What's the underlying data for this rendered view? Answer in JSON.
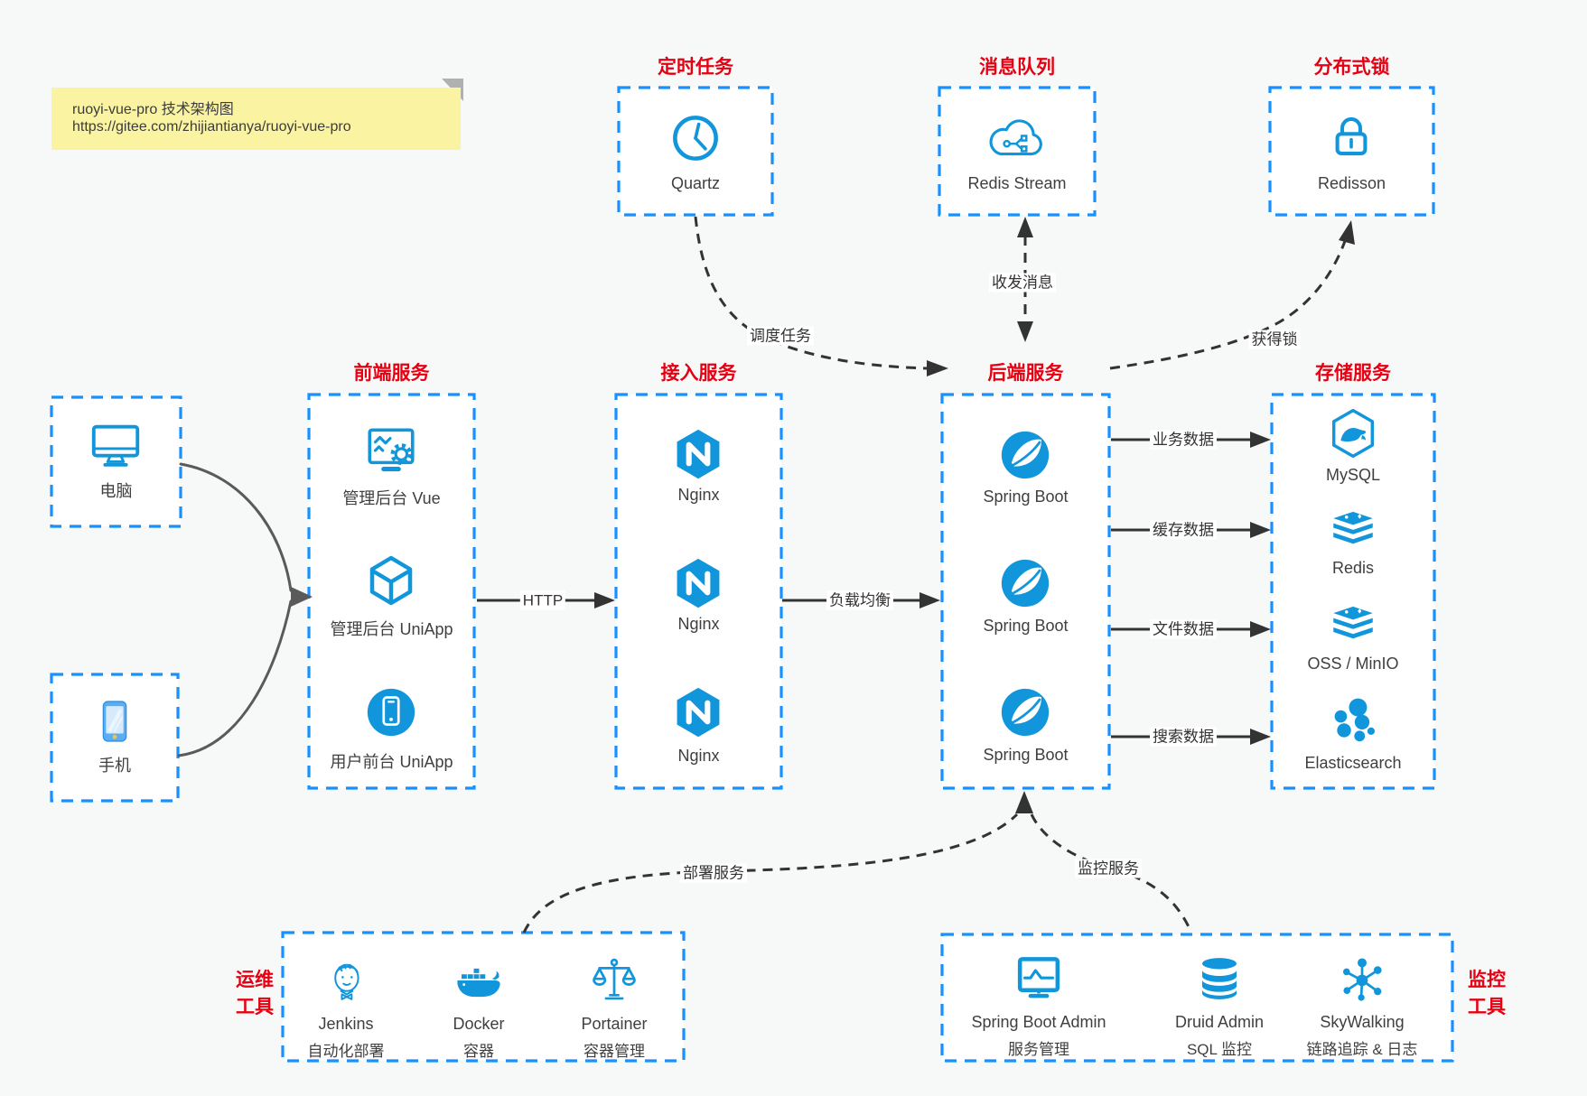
{
  "note": {
    "line1": "ruoyi-vue-pro 技术架构图",
    "line2": "https://gitee.com/zhijiantianya/ruoyi-vue-pro"
  },
  "sections": {
    "scheduled_job": {
      "title": "定时任务",
      "item": "Quartz"
    },
    "message_queue": {
      "title": "消息队列",
      "item": "Redis Stream"
    },
    "distributed_lock": {
      "title": "分布式锁",
      "item": "Redisson"
    },
    "clients": {
      "pc": "电脑",
      "phone": "手机"
    },
    "frontend": {
      "title": "前端服务",
      "items": [
        "管理后台 Vue",
        "管理后台 UniApp",
        "用户前台 UniApp"
      ]
    },
    "gateway": {
      "title": "接入服务",
      "items": [
        "Nginx",
        "Nginx",
        "Nginx"
      ]
    },
    "backend": {
      "title": "后端服务",
      "items": [
        "Spring Boot",
        "Spring Boot",
        "Spring Boot"
      ]
    },
    "storage": {
      "title": "存储服务",
      "items": [
        "MySQL",
        "Redis",
        "OSS / MinIO",
        "Elasticsearch"
      ]
    },
    "ops_tools": {
      "side_title": [
        "运维",
        "工具"
      ],
      "items": [
        {
          "name": "Jenkins",
          "desc": "自动化部署"
        },
        {
          "name": "Docker",
          "desc": "容器"
        },
        {
          "name": "Portainer",
          "desc": "容器管理"
        }
      ]
    },
    "monitor_tools": {
      "side_title": [
        "监控",
        "工具"
      ],
      "items": [
        {
          "name": "Spring Boot Admin",
          "desc": "服务管理"
        },
        {
          "name": "Druid Admin",
          "desc": "SQL 监控"
        },
        {
          "name": "SkyWalking",
          "desc": "链路追踪 & 日志"
        }
      ]
    }
  },
  "edges": {
    "http": "HTTP",
    "load_balance": "负载均衡",
    "schedule_job": "调度任务",
    "send_receive_message": "收发消息",
    "acquire_lock": "获得锁",
    "business_data": "业务数据",
    "cache_data": "缓存数据",
    "file_data": "文件数据",
    "search_data": "搜索数据",
    "deploy_service": "部署服务",
    "monitor_service": "监控服务"
  },
  "colors": {
    "box_border_blue": "#1890ff",
    "icon_blue": "#1296db",
    "title_red": "#e60012",
    "note_bg": "#faf3a2",
    "arrow_dark": "#333333",
    "arrow_gray": "#5a5a5a",
    "background": "#f7f8f8"
  }
}
